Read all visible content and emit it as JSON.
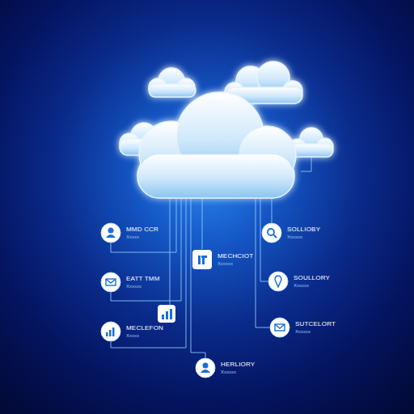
{
  "diagram": {
    "nodes": [
      {
        "text": [
          "MMD CCR",
          "Xxxxx"
        ]
      },
      {
        "text": [
          "EATT TMM",
          "Xxxxxx"
        ]
      },
      {
        "text": [
          "MECLEFON",
          "Xxxxx"
        ]
      },
      {
        "text": [
          "MECHCIOT",
          "Xxxxxx"
        ]
      },
      {
        "text": [
          "HERLIORY",
          "Xxxxxx"
        ]
      },
      {
        "text": [
          "SOLLIOBY",
          "Xxxxxx"
        ]
      },
      {
        "text": [
          "SOULLORY",
          "Xxxxxx"
        ]
      },
      {
        "text": [
          "SUTCELORT",
          "Xxxxxx"
        ]
      }
    ]
  }
}
